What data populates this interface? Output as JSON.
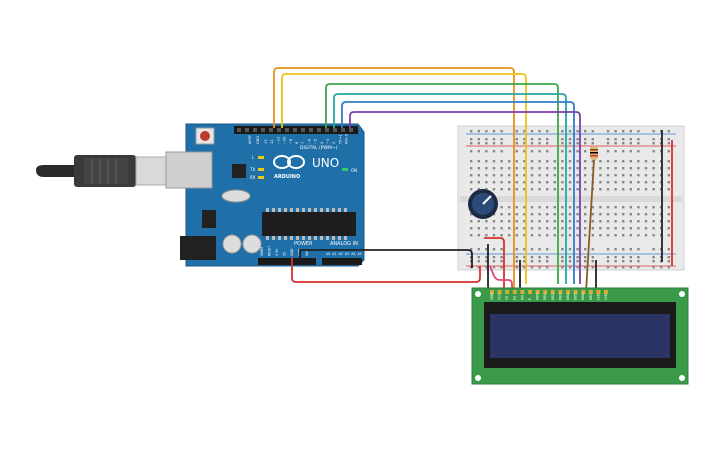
{
  "arduino": {
    "model": "UNO",
    "brand": "ARDUINO",
    "digital_label": "DIGITAL (PWM~)",
    "power_label": "POWER",
    "analog_label": "ANALOG IN",
    "on_label": "ON",
    "led_l": "L",
    "led_tx": "TX",
    "led_rx": "RX",
    "aref": "AREF",
    "gnd": "GND",
    "pin_labels": [
      "13",
      "12",
      "~11",
      "~10",
      "~9",
      "8",
      "7",
      "~6",
      "~5",
      "4",
      "~3",
      "2",
      "TX→1",
      "RX←0"
    ],
    "power_pins": [
      "IOREF",
      "RESET",
      "3.3V",
      "5V",
      "GND",
      "GND",
      "Vin"
    ],
    "analog_pins": [
      "A0",
      "A1",
      "A2",
      "A3",
      "A4",
      "A5"
    ]
  },
  "colors": {
    "board": "#1f6fa8",
    "breadboard": "#e9e9e9",
    "lcd_pcb": "#3a9a4a",
    "lcd_screen": "#2a3566",
    "wire_red": "#d9302c",
    "wire_black": "#222222",
    "wire_orange": "#e8921d",
    "wire_yellow": "#e9c31a",
    "wire_green": "#3aa84a",
    "wire_teal": "#27a7a0",
    "wire_blue": "#2f7ec9",
    "wire_purple": "#7a3fa8",
    "wire_brown": "#8b5a2b",
    "wire_pink": "#e0457a"
  },
  "lcd": {
    "pin_labels": [
      "GND",
      "VCC",
      "V0",
      "RS",
      "RW",
      "E",
      "DB0",
      "DB1",
      "DB2",
      "DB3",
      "DB4",
      "DB5",
      "DB6",
      "DB7",
      "LED",
      "LED"
    ]
  }
}
